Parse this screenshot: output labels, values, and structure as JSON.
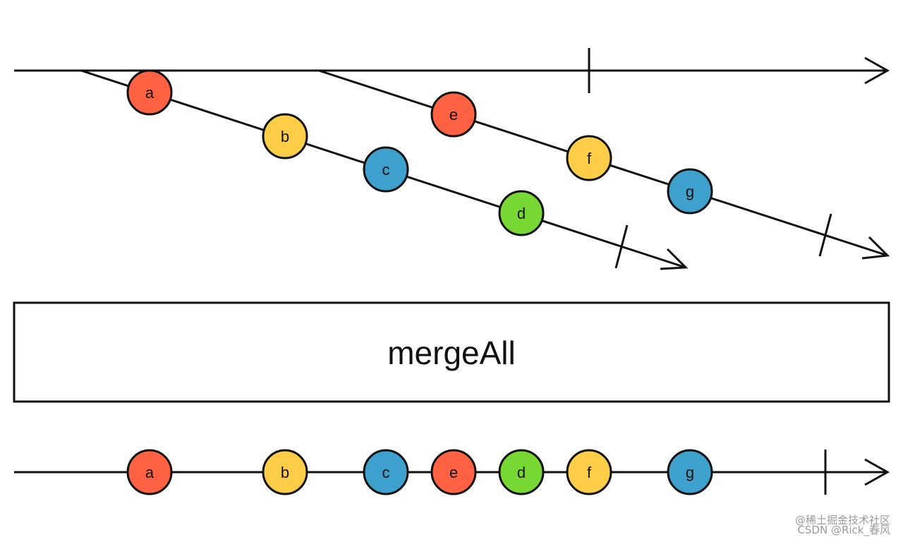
{
  "operator": {
    "label": "mergeAll"
  },
  "colors": {
    "stroke": "#111111",
    "orange": "#fe6243",
    "yellow": "#fdcd48",
    "blue": "#3ea0cc",
    "green": "#78d833"
  },
  "source": {
    "inner_streams": [
      {
        "items": [
          {
            "label": "a",
            "color": "orange"
          },
          {
            "label": "b",
            "color": "yellow"
          },
          {
            "label": "c",
            "color": "blue"
          },
          {
            "label": "d",
            "color": "green"
          }
        ]
      },
      {
        "items": [
          {
            "label": "e",
            "color": "orange"
          },
          {
            "label": "f",
            "color": "yellow"
          },
          {
            "label": "g",
            "color": "blue"
          }
        ]
      }
    ]
  },
  "output": {
    "items": [
      {
        "label": "a",
        "color": "orange"
      },
      {
        "label": "b",
        "color": "yellow"
      },
      {
        "label": "c",
        "color": "blue"
      },
      {
        "label": "e",
        "color": "orange"
      },
      {
        "label": "d",
        "color": "green"
      },
      {
        "label": "f",
        "color": "yellow"
      },
      {
        "label": "g",
        "color": "blue"
      }
    ]
  },
  "watermark": {
    "line1": "@稀土掘金技术社区",
    "line2": "CSDN @Rick_春风"
  }
}
